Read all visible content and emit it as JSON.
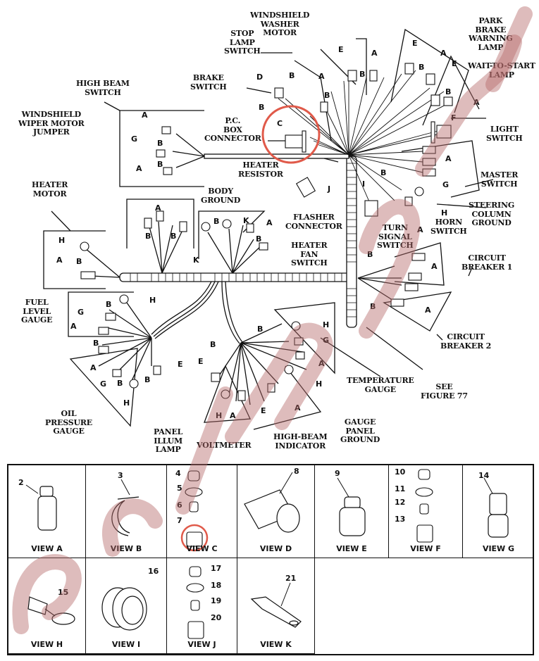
{
  "diagram": {
    "components": {
      "windshield_washer_motor": "WINDSHIELD\nWASHER\nMOTOR",
      "stop_lamp_switch": "STOP\nLAMP\nSWITCH",
      "brake_switch": "BRAKE\nSWITCH",
      "high_beam_switch": "HIGH BEAM\nSWITCH",
      "windshield_wiper_motor_jumper": "WINDSHIELD\nWIPER MOTOR\nJUMPER",
      "pc_box_connector": "P.C.\nBOX\nCONNECTOR",
      "heater_resistor": "HEATER\nRESISTOR",
      "heater_motor": "HEATER\nMOTOR",
      "body_ground": "BODY\nGROUND",
      "flasher_connector": "FLASHER\nCONNECTOR",
      "heater_fan_switch": "HEATER\nFAN\nSWITCH",
      "park_brake_warning_lamp": "PARK\nBRAKE\nWARNING\nLAMP",
      "wait_to_start_lamp": "WAIT-TO-START\nLAMP",
      "light_switch": "LIGHT\nSWITCH",
      "master_switch": "MASTER\nSWITCH",
      "steering_column_ground": "STEERING\nCOLUMN\nGROUND",
      "horn_switch": "HORN\nSWITCH",
      "turn_signal_switch": "TURN\nSIGNAL\nSWITCH",
      "circuit_breaker_1": "CIRCUIT\nBREAKER 1",
      "circuit_breaker_2": "CIRCUIT\nBREAKER 2",
      "fuel_level_gauge": "FUEL\nLEVEL\nGAUGE",
      "oil_pressure_gauge": "OIL\nPRESSURE\nGAUGE",
      "panel_illum_lamp": "PANEL\nILLUM\nLAMP",
      "voltmeter": "VOLTMETER",
      "high_beam_indicator": "HIGH-BEAM\nINDICATOR",
      "gauge_panel_ground": "GAUGE\nPANEL\nGROUND",
      "temperature_gauge": "TEMPERATURE\nGAUGE",
      "see_figure": "SEE\nFIGURE 77"
    },
    "letters": {
      "A": "A",
      "B": "B",
      "C": "C",
      "D": "D",
      "E": "E",
      "F": "F",
      "G": "G",
      "H": "H",
      "I": "I",
      "J": "J",
      "K": "K"
    },
    "highlight_color": "#e05a4a"
  },
  "views": [
    {
      "label": "VIEW A",
      "items": [
        "2"
      ]
    },
    {
      "label": "VIEW B",
      "items": [
        "3"
      ]
    },
    {
      "label": "VIEW C",
      "items": [
        "4",
        "5",
        "6",
        "7"
      ]
    },
    {
      "label": "VIEW D",
      "items": [
        "8"
      ]
    },
    {
      "label": "VIEW E",
      "items": [
        "9"
      ]
    },
    {
      "label": "VIEW F",
      "items": [
        "10",
        "11",
        "12",
        "13"
      ]
    },
    {
      "label": "VIEW G",
      "items": [
        "14"
      ]
    },
    {
      "label": "VIEW H",
      "items": [
        "15"
      ]
    },
    {
      "label": "VIEW I",
      "items": [
        "16"
      ]
    },
    {
      "label": "VIEW J",
      "items": [
        "17",
        "18",
        "19",
        "20"
      ]
    },
    {
      "label": "VIEW K",
      "items": [
        "21"
      ]
    }
  ]
}
